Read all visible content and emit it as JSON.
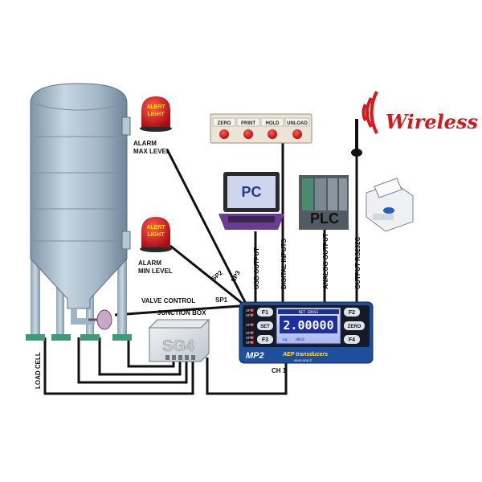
{
  "alarms": {
    "light_text_line1": "ALERT",
    "light_text_line2": "LIGHT",
    "max": {
      "line1": "ALARM",
      "line2": "MAX LEVEL"
    },
    "min": {
      "line1": "ALARM",
      "line2": "MIN LEVEL"
    }
  },
  "button_panel": {
    "buttons": [
      "ZERO",
      "PRINT",
      "HOLD",
      "UNLOAD"
    ]
  },
  "pc_label": "PC",
  "plc_label": "PLC",
  "wireless_label": "Wireless",
  "outputs": {
    "usb": "USB OUTPUT",
    "digital": "DIGITAL INPUTS",
    "analog": "ANALOG OUTPUT",
    "rs232": "OUTPUT RS232C"
  },
  "setpoints": {
    "sp1": "SP1",
    "sp2": "SP2",
    "sp3": "SP3"
  },
  "valve_control": "VALVE CONTROL",
  "junction_box": {
    "label": "JUNCTION BOX",
    "logo": "SG4"
  },
  "load_cell": "LOAD CELL",
  "ch1": "CH 1",
  "indicator": {
    "display_value": "2.00000",
    "display_top": "NET GROSS",
    "display_bottom": "HOLD",
    "unit": "kg",
    "keys": [
      "F1",
      "F2",
      "SET",
      "ZERO",
      "F3",
      "F4"
    ],
    "leds": [
      "SP1",
      "SP2",
      "SP3",
      "SP4",
      "SP5",
      "SP6"
    ],
    "model": "MP2",
    "brand": "AEP transducers",
    "website": "www.aep.it"
  },
  "colors": {
    "tank": "#9fb4c6",
    "alarm_red": "#c8141e",
    "wireless_red": "#d21a1a",
    "cable": "#111111",
    "indicator_blue": "#1f4f9c",
    "display_blue": "#1c2f9c"
  }
}
